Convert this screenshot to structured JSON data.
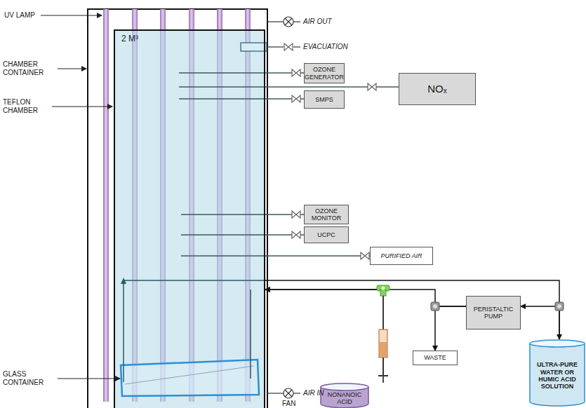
{
  "diagram": {
    "nodes": [
      {
        "text": [
          "2 M³"
        ]
      },
      {
        "text": [
          "OZONE GENERATOR"
        ]
      },
      {
        "text": [
          "NOₓ"
        ]
      },
      {
        "text": [
          "SMPS"
        ]
      },
      {
        "text": [
          "OZONE MONITOR"
        ]
      },
      {
        "text": [
          "UCPC"
        ]
      },
      {
        "text": [
          "PURIFIED AIR"
        ]
      },
      {
        "text": [
          "PERISTALTIC PUMP"
        ]
      },
      {
        "text": [
          "WASTE"
        ]
      },
      {
        "text": [
          "NONANOIC ACID"
        ]
      },
      {
        "text": [
          "ULTRA-PURE WATER OR HUMIC ACID SOLUTION"
        ]
      }
    ],
    "edges": [
      {
        "from": 0,
        "to": 1,
        "arrow": "none"
      },
      {
        "from": 0,
        "to": 2,
        "arrow": "none"
      },
      {
        "from": 0,
        "to": 3,
        "arrow": "none"
      },
      {
        "from": 0,
        "to": 4,
        "arrow": "none"
      },
      {
        "from": 0,
        "to": 5,
        "arrow": "none"
      },
      {
        "from": 0,
        "to": 6,
        "arrow": "none"
      },
      {
        "from": 0,
        "to": 10,
        "arrow": "to"
      },
      {
        "from": 10,
        "to": 7,
        "arrow": "to"
      },
      {
        "from": 7,
        "to": 8,
        "arrow": "to"
      },
      {
        "from": 7,
        "to": 0,
        "arrow": "to"
      },
      {
        "from": 9,
        "to": 0,
        "arrow": "to"
      }
    ],
    "labels": [
      "UV LAMP",
      "CHAMBER CONTAINER",
      "TEFLON CHAMBER",
      "GLASS CONTAINER",
      "AIR OUT",
      "EVACUATION",
      "AIR IN",
      "FAN"
    ]
  }
}
